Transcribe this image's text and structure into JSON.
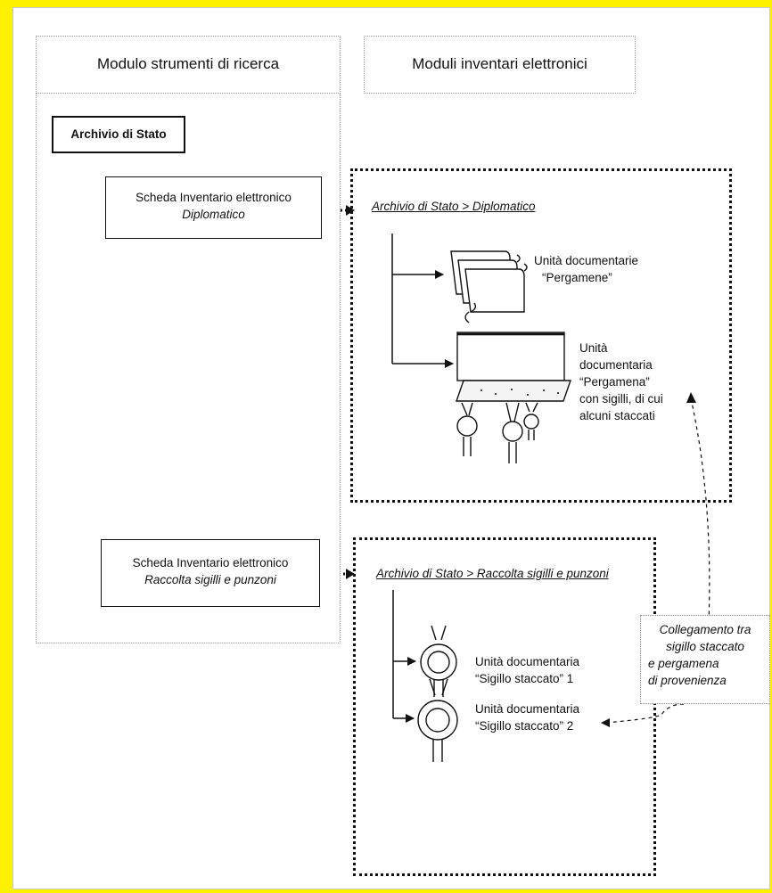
{
  "left_panel": {
    "title": "Modulo strumenti di ricerca",
    "root_box": "Archivio di Stato",
    "scheda_diplomatico": {
      "line1": "Scheda Inventario elettronico",
      "line2": "Diplomatico"
    },
    "scheda_sigilli": {
      "line1": "Scheda Inventario elettronico",
      "line2": "Raccolta sigilli e punzoni"
    }
  },
  "right_panel": {
    "title": "Moduli inventari elettronici",
    "diplomatico_section": {
      "path": "Archivio di Stato > Diplomatico",
      "item1": [
        "Unità documentarie",
        "“Pergamene”"
      ],
      "item2": [
        "Unità",
        "documentaria",
        "“Pergamena”",
        "con sigilli, di cui",
        "alcuni staccati"
      ]
    },
    "sigilli_section": {
      "path": "Archivio di Stato > Raccolta sigilli e punzoni",
      "item1": [
        "Unità documentaria",
        "“Sigillo staccato” 1"
      ],
      "item2": [
        "Unità documentaria",
        "“Sigillo staccato” 2"
      ]
    }
  },
  "link_note": [
    "Collegamento tra",
    "sigillo staccato",
    "e pergamena",
    "di provenienza"
  ],
  "colors": {
    "background": "#FFF200",
    "canvas": "#FFFFFF",
    "ink": "#111111"
  }
}
